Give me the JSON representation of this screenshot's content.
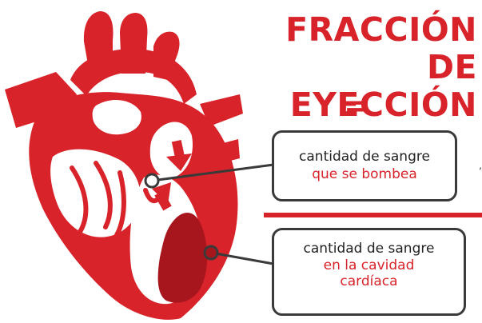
{
  "title": {
    "line1": "FRACCIÓN",
    "line2": "DE EYECCIÓN"
  },
  "equals_sign": "=",
  "numerator_box": {
    "line1": "cantidad de sangre",
    "line2": "que se bombea"
  },
  "denominator_box": {
    "line1": "cantidad de sangre",
    "line2": "en la cavidad",
    "line3": "cardíaca"
  },
  "stray_mark": "‚",
  "colors": {
    "accent_red": "#d8232a",
    "dark_red": "#a8161d",
    "outline": "#3a3a3a",
    "background": "#ffffff"
  },
  "icons": [
    "heart-cross-section-icon",
    "arrow-down-icon",
    "arrow-up-icon"
  ]
}
